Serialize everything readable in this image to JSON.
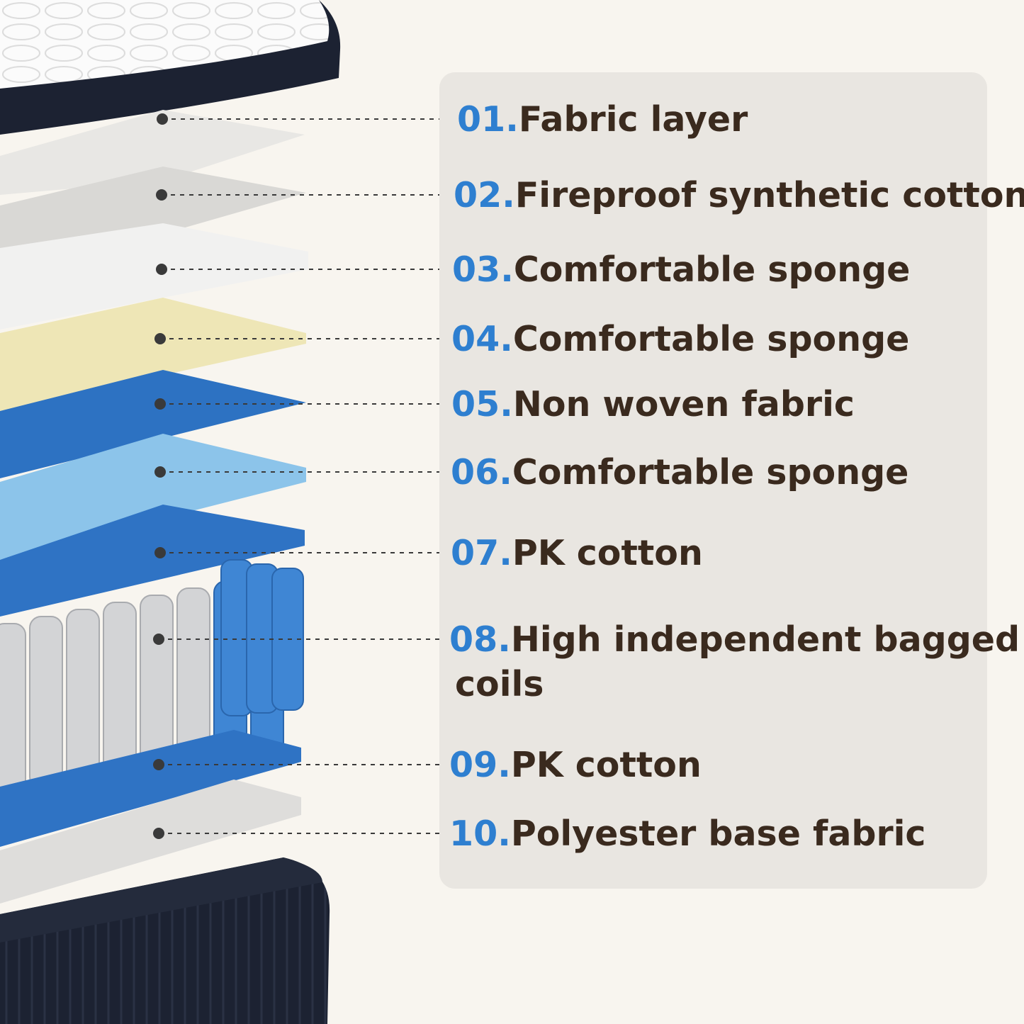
{
  "colors": {
    "background": "#f8f5ef",
    "panel": "#e9e6e1",
    "number": "#2e7fd0",
    "text": "#3a2a1e",
    "mattress_dark": "#1c2232"
  },
  "layers": [
    {
      "num": "01.",
      "text": "Fabric layer",
      "color": "#e8e7e4"
    },
    {
      "num": "02.",
      "text": "Fireproof synthetic cotton",
      "color": "#d9d8d5"
    },
    {
      "num": "03.",
      "text": "Comfortable sponge",
      "color": "#f1f1f0"
    },
    {
      "num": "04.",
      "text": "Comfortable sponge",
      "color": "#eee6b6"
    },
    {
      "num": "05.",
      "text": "Non woven fabric",
      "color": "#2d72c2"
    },
    {
      "num": "06.",
      "text": "Comfortable sponge",
      "color": "#8cc4ea"
    },
    {
      "num": "07.",
      "text": "PK cotton",
      "color": "#2f73c4"
    },
    {
      "num": "08.",
      "text": "High independent bagged",
      "text2": "coils",
      "color": "#cfd0d2"
    },
    {
      "num": "09.",
      "text": "PK cotton",
      "color": "#2f73c4"
    },
    {
      "num": "10.",
      "text": "Polyester base fabric",
      "color": "#dedddb"
    }
  ]
}
